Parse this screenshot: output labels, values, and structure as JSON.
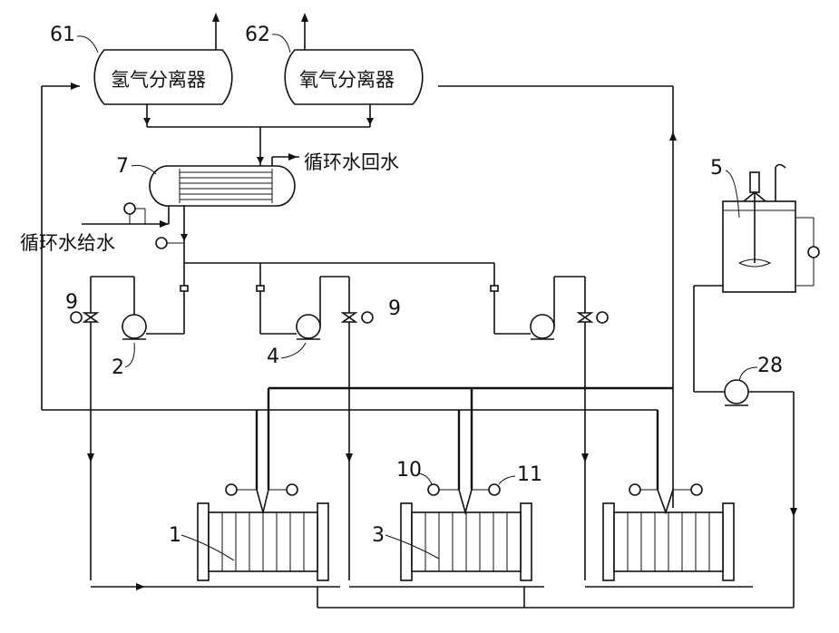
{
  "labels": {
    "sep_h2_num": "61",
    "sep_o2_num": "62",
    "sep_h2": "氢气分离器",
    "sep_o2": "氧气分离器",
    "hx_num": "7",
    "return_water": "循环水回水",
    "supply_water": "循环水给水",
    "tank_num": "5",
    "pump_28": "28",
    "pump_2": "2",
    "pump_4": "4",
    "valve_9_left": "9",
    "valve_9_right": "9",
    "cell_1": "1",
    "cell_3": "3",
    "gauge_10": "10",
    "gauge_11": "11"
  }
}
